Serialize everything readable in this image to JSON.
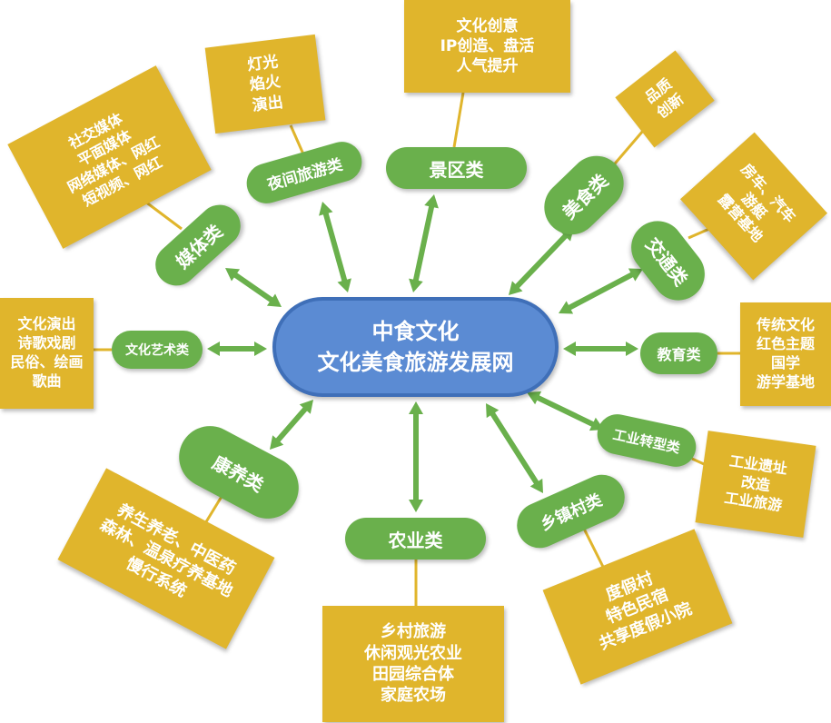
{
  "center": {
    "line1": "中食文化",
    "line2": "文化美食旅游发展网"
  },
  "categories": {
    "scenic": "景区类",
    "night": "夜间旅游类",
    "media": "媒体类",
    "arts": "文化艺术类",
    "health": "康养类",
    "agri": "农业类",
    "village": "乡镇村类",
    "industry": "工业转型类",
    "edu": "教育类",
    "transport": "交通类",
    "food": "美食类"
  },
  "details": {
    "scenic": [
      "文化创意",
      "IP创造、盘活",
      "人气提升"
    ],
    "night": [
      "灯光",
      "焰火",
      "演出"
    ],
    "media": [
      "社交媒体",
      "平面媒体",
      "网络媒体、网红",
      "短视频、网红"
    ],
    "arts": [
      "文化演出",
      "诗歌戏剧",
      "民俗、绘画",
      "歌曲"
    ],
    "health": [
      "养生养老、中医药",
      "森林、温泉疗养基地",
      "慢行系统"
    ],
    "agri": [
      "乡村旅游",
      "休闲观光农业",
      "田园综合体",
      "家庭农场"
    ],
    "village": [
      "度假村",
      "特色民宿",
      "共享度假小院"
    ],
    "industry": [
      "工业遗址",
      "改造",
      "工业旅游"
    ],
    "edu": [
      "传统文化",
      "红色主题",
      "国学",
      "游学基地"
    ],
    "transport": [
      "房车、汽车",
      "游艇",
      "露营基地"
    ],
    "food": [
      "品质",
      "创新"
    ]
  },
  "colors": {
    "center_fill": "#5b8bd3",
    "node_fill": "#6ab04c",
    "box_fill": "#e0b52c",
    "arrow": "#6ab04c"
  }
}
